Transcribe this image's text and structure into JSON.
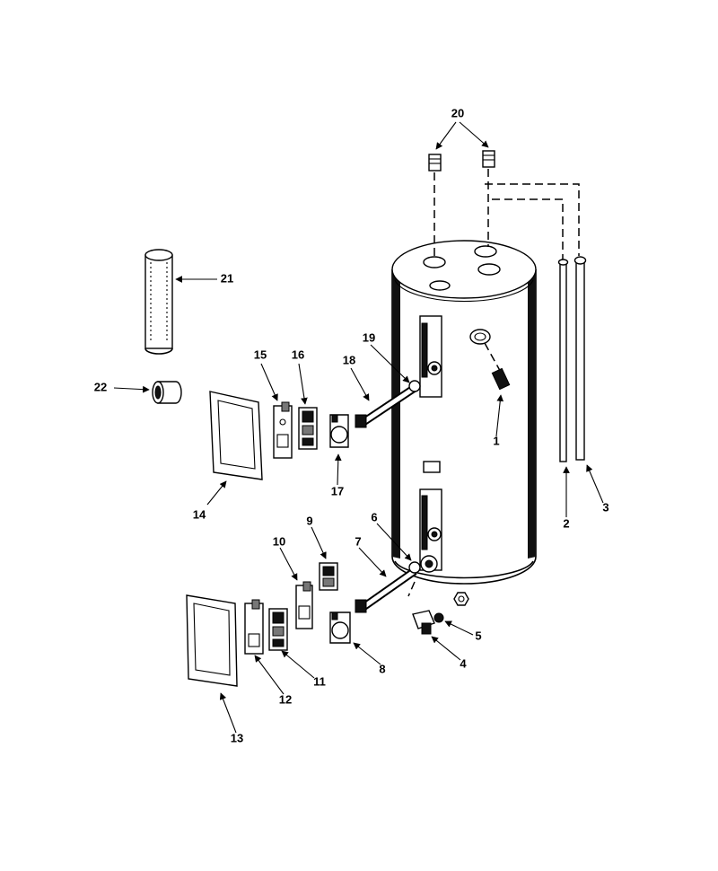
{
  "callouts": [
    {
      "id": "1",
      "label": "1"
    },
    {
      "id": "2",
      "label": "2"
    },
    {
      "id": "3",
      "label": "3"
    },
    {
      "id": "4",
      "label": "4"
    },
    {
      "id": "5",
      "label": "5"
    },
    {
      "id": "6",
      "label": "6"
    },
    {
      "id": "7",
      "label": "7"
    },
    {
      "id": "8",
      "label": "8"
    },
    {
      "id": "9",
      "label": "9"
    },
    {
      "id": "10",
      "label": "10"
    },
    {
      "id": "11",
      "label": "11"
    },
    {
      "id": "12",
      "label": "12"
    },
    {
      "id": "13",
      "label": "13"
    },
    {
      "id": "14",
      "label": "14"
    },
    {
      "id": "15",
      "label": "15"
    },
    {
      "id": "16",
      "label": "16"
    },
    {
      "id": "17",
      "label": "17"
    },
    {
      "id": "18",
      "label": "18"
    },
    {
      "id": "19",
      "label": "19"
    },
    {
      "id": "20",
      "label": "20"
    },
    {
      "id": "21",
      "label": "21"
    },
    {
      "id": "22",
      "label": "22"
    }
  ]
}
